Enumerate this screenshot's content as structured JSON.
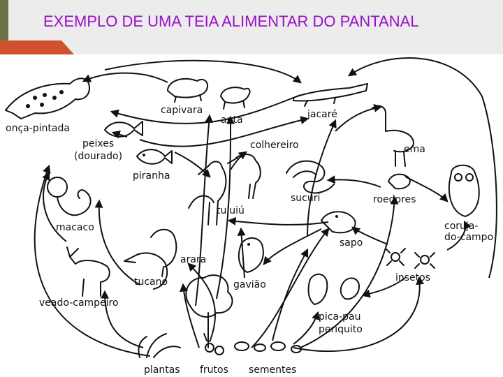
{
  "slide": {
    "title": "EXEMPLO DE UMA TEIA ALIMENTAR DO PANTANAL"
  },
  "diagram": {
    "labels": {
      "onca": "onça-pintada",
      "capivara": "capivara",
      "anta": "anta",
      "jacare": "jacaré",
      "peixes_1": "peixes",
      "peixes_2": "(dourado)",
      "colhereiro": "colhereiro",
      "ema": "ema",
      "piranha": "piranha",
      "sucuri": "sucuri",
      "roedores": "roedores",
      "macaco": "macaco",
      "tuiuiu": "tuiuiú",
      "coruja_1": "coruja-",
      "coruja_2": "do-campo",
      "sapo": "sapo",
      "arara": "arara",
      "insetos": "insetos",
      "tucano": "tucano",
      "gaviao": "gavião",
      "veado": "veado-campeiro",
      "pica_pau_1": "pica-pau",
      "pica_pau_2": "periquito",
      "plantas": "plantas",
      "frutos": "frutos",
      "sementes": "sementes"
    }
  }
}
